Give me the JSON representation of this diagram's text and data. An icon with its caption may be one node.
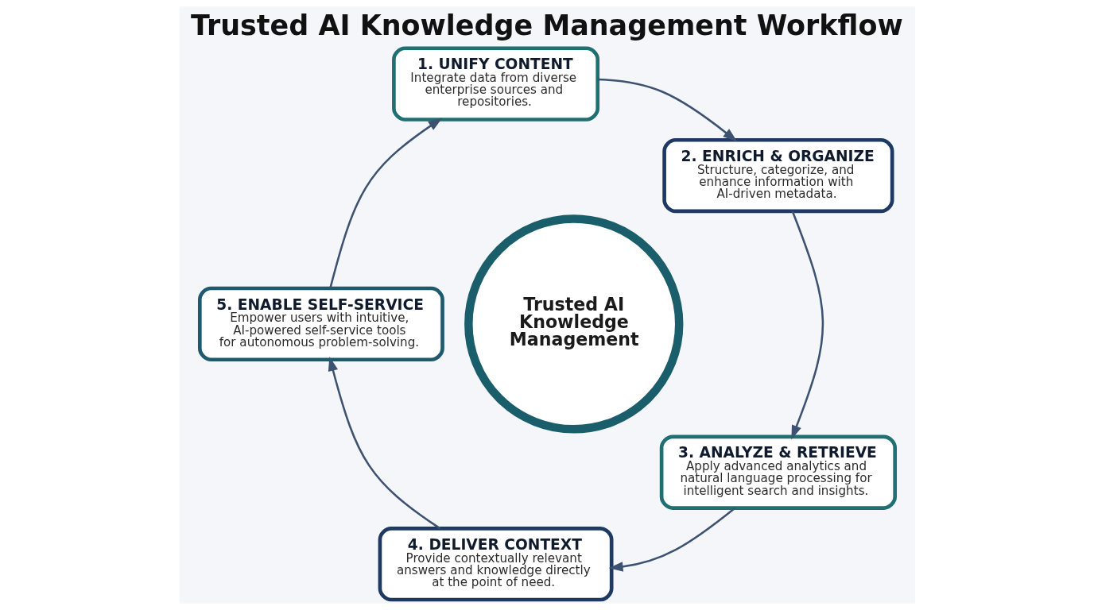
{
  "diagram": {
    "title": "Trusted AI Knowledge Management Workflow",
    "nodes": [
      {
        "text": [
          "1. UNIFY CONTENT",
          "Integrate data from diverse enterprise sources and repositories."
        ]
      },
      {
        "text": [
          "2. ENRICH & ORGANIZE",
          "Structure, categorize, and enhance information with AI-driven metadata."
        ]
      },
      {
        "text": [
          "3. ANALYZE & RETRIEVE",
          "Apply advanced analytics and natural language processing for intelligent search and insights."
        ]
      },
      {
        "text": [
          "4. DELIVER CONTEXT",
          "Provide contextually relevant answers and knowledge directly at the point of need."
        ]
      },
      {
        "text": [
          "5. ENABLE SELF-SERVICE",
          "Empower users with intuitive, AI-powered self-service tools for autonomous problem-solving."
        ]
      },
      {
        "text": [
          "Trusted AI Knowledge Management"
        ]
      }
    ],
    "edges": [
      {
        "from": 0,
        "to": 1,
        "arrow": "to"
      },
      {
        "from": 1,
        "to": 2,
        "arrow": "to"
      },
      {
        "from": 2,
        "to": 3,
        "arrow": "to"
      },
      {
        "from": 3,
        "to": 4,
        "arrow": "to"
      },
      {
        "from": 4,
        "to": 0,
        "arrow": "to"
      }
    ]
  }
}
